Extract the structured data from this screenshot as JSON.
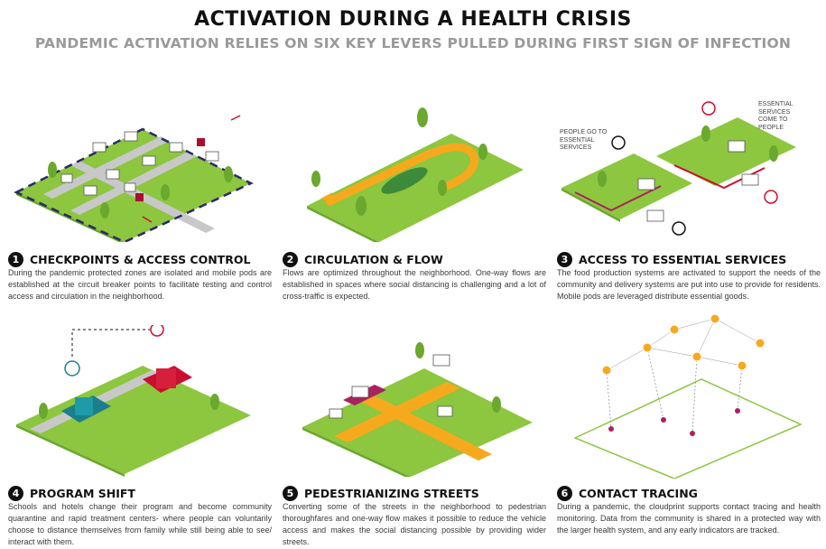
{
  "header": {
    "title": "ACTIVATION DURING A HEALTH CRISIS",
    "subtitle": "PANDEMIC ACTIVATION RELIES ON SIX KEY LEVERS PULLED DURING FIRST SIGN OF INFECTION"
  },
  "colors": {
    "grass": "#8dc63f",
    "grass_dark": "#6aa82e",
    "road": "#c8c8c8",
    "flow": "#f7a91d",
    "accent_red": "#c8102e",
    "teal": "#1a7f8a",
    "magenta": "#a8235d"
  },
  "panels": [
    {
      "number": "1",
      "heading": "CHECKPOINTS & ACCESS CONTROL",
      "description": "During the pandemic protected zones are isolated and mobile pods are established at the circuit breaker points to facilitate testing and control access and circulation in the neighborhood."
    },
    {
      "number": "2",
      "heading": "CIRCULATION & FLOW",
      "description": "Flows are optimized throughout the neighborhood. One-way flows are established in spaces where social distancing is challenging and a lot of cross-traffic is expected."
    },
    {
      "number": "3",
      "heading": "ACCESS TO ESSENTIAL SERVICES",
      "description": "The food production systems are activated to support the needs of the community and delivery systems are put into use to provide for residents. Mobile pods are leveraged distribute essential goods.",
      "labels": {
        "people_go": "PEOPLE GO TO ESSENTIAL SERVICES",
        "services_come": "ESSENTIAL SERVICES COME TO PEOPLE"
      }
    },
    {
      "number": "4",
      "heading": "PROGRAM SHIFT",
      "description": "Schools and hotels change their program and become community quarantine and rapid treatment centers- where people can voluntarily choose to distance themselves from family while still being able to see/ interact with them."
    },
    {
      "number": "5",
      "heading": "PEDESTRIANIZING STREETS",
      "description": "Converting some of the streets in the neighborhood to pedestrian thoroughfares and one-way flow makes it possible to reduce the vehicle access and makes the social distancing possible by providing wider streets."
    },
    {
      "number": "6",
      "heading": "CONTACT TRACING",
      "description": "During a pandemic, the cloudprint supports contact tracing and health monitoring. Data from the community is shared in a protected way with the larger health system, and any early indicators are tracked."
    }
  ]
}
